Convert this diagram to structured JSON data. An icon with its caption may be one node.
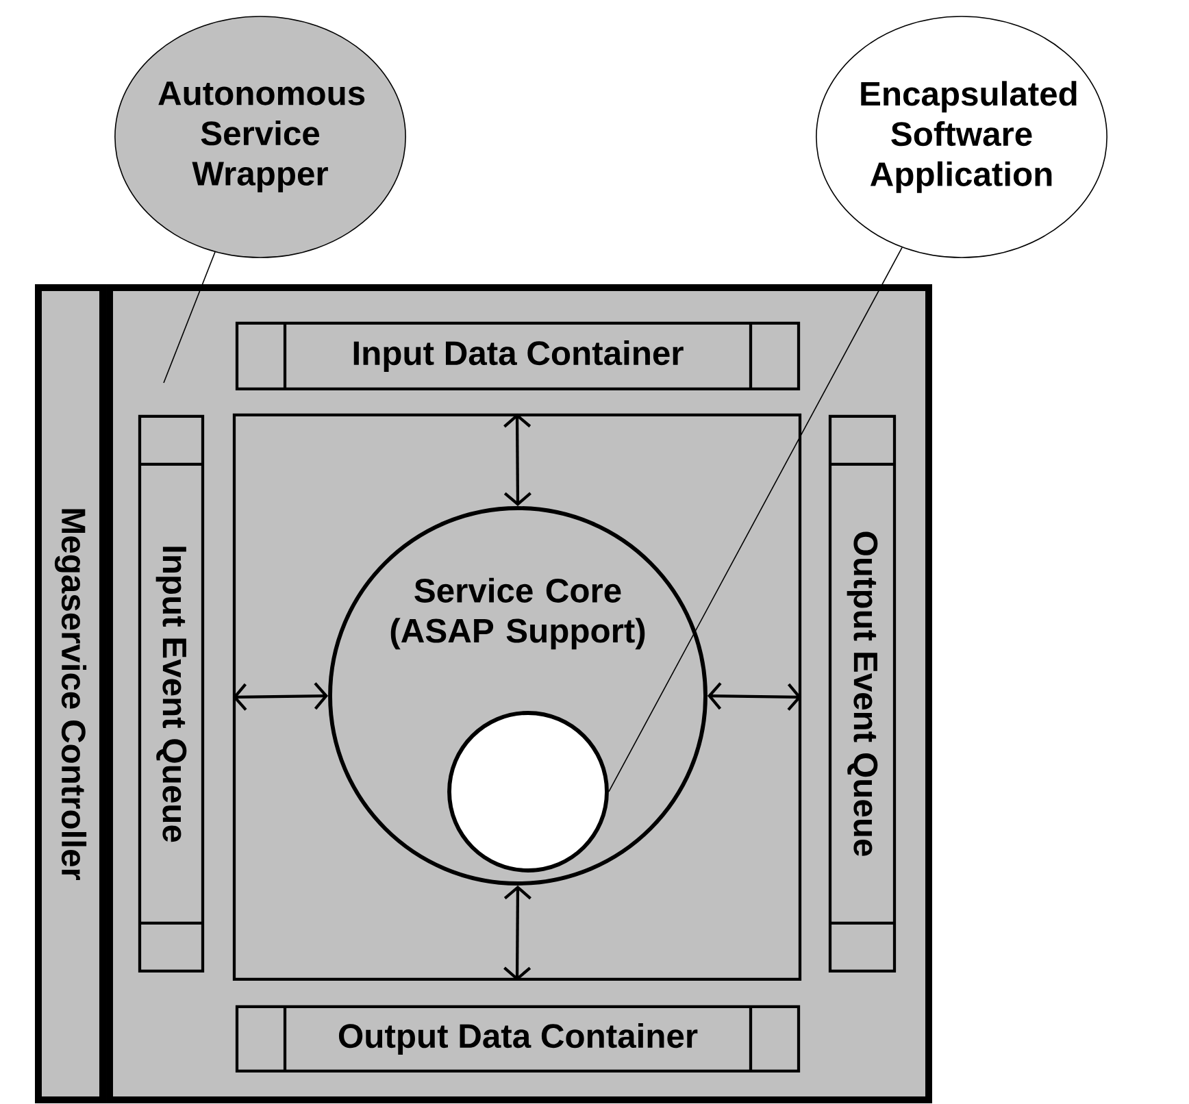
{
  "diagram": {
    "nodes": [
      {
        "text": [
          "Autonomous Service Wrapper"
        ]
      },
      {
        "text": [
          "Encapsulated Software Application"
        ]
      },
      {
        "text": [
          "Megaservice Controller"
        ]
      },
      {
        "text": [],
        "shape": "box"
      },
      {
        "text": [
          "Input Data Container"
        ],
        "in": 3
      },
      {
        "text": [
          "Input Event Queue"
        ],
        "in": 3
      },
      {
        "text": [],
        "shape": "box",
        "in": 3
      },
      {
        "text": [
          "Output Event Queue"
        ],
        "in": 3
      },
      {
        "text": [
          "Service Core (ASAP Support)"
        ],
        "in": 6
      },
      {
        "text": [],
        "shape": "circle",
        "in": 8
      },
      {
        "text": [
          "Output Data Container"
        ],
        "in": 3
      }
    ],
    "edges": [
      {
        "from": 0,
        "to": 3,
        "arrow": "none"
      },
      {
        "from": 1,
        "to": 9,
        "arrow": "none"
      },
      {
        "from": 8,
        "to": 6,
        "arrow": "both"
      },
      {
        "from": 8,
        "to": 6,
        "arrow": "both"
      },
      {
        "from": 8,
        "to": 6,
        "arrow": "both"
      },
      {
        "from": 8,
        "to": 6,
        "arrow": "both"
      }
    ]
  }
}
